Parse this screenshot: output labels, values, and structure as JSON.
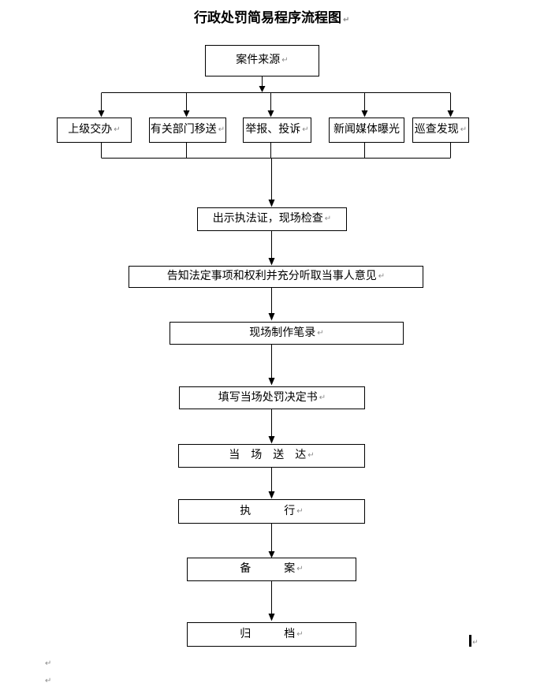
{
  "page": {
    "background": "#ffffff",
    "line_color": "#000000",
    "text_color": "#000000",
    "paragraph_mark_color": "#8a8a8a"
  },
  "title": {
    "text": "行政处罚简易程序流程图",
    "mark": "↵"
  },
  "flowchart": {
    "nodes": [
      {
        "id": "case-source",
        "label": "案件来源",
        "mark": "↵"
      },
      {
        "id": "superior-assignment",
        "label": "上级交办",
        "mark": "↵"
      },
      {
        "id": "department-transfer",
        "label": "有关部门移送",
        "mark": "↵"
      },
      {
        "id": "report-complaint",
        "label": "举报、投诉",
        "mark": "↵"
      },
      {
        "id": "media-exposure",
        "label": "新闻媒体曝光",
        "mark": ""
      },
      {
        "id": "patrol-discovery",
        "label": "巡查发现",
        "mark": "↵"
      },
      {
        "id": "show-enforcement-card",
        "label": "出示执法证，现场检查",
        "mark": "↵"
      },
      {
        "id": "inform-rights",
        "label": "告知法定事项和权利并充分听取当事人意见",
        "mark": "↵"
      },
      {
        "id": "onsite-transcript",
        "label": "现场制作笔录",
        "mark": "↵"
      },
      {
        "id": "fill-penalty-decision",
        "label": "填写当场处罚决定书",
        "mark": "↵"
      },
      {
        "id": "onsite-service",
        "label": "当　场　送　达",
        "mark": "↵"
      },
      {
        "id": "execution",
        "label": "执　　　行",
        "mark": "↵"
      },
      {
        "id": "record-filing",
        "label": "备　　　案",
        "mark": "↵"
      },
      {
        "id": "archiving",
        "label": "归　　　档",
        "mark": "↵"
      }
    ],
    "edges": [
      {
        "from": "case-source",
        "to": "superior-assignment"
      },
      {
        "from": "case-source",
        "to": "department-transfer"
      },
      {
        "from": "case-source",
        "to": "report-complaint"
      },
      {
        "from": "case-source",
        "to": "media-exposure"
      },
      {
        "from": "case-source",
        "to": "patrol-discovery"
      },
      {
        "from": "superior-assignment",
        "to": "show-enforcement-card"
      },
      {
        "from": "department-transfer",
        "to": "show-enforcement-card"
      },
      {
        "from": "report-complaint",
        "to": "show-enforcement-card"
      },
      {
        "from": "media-exposure",
        "to": "show-enforcement-card"
      },
      {
        "from": "patrol-discovery",
        "to": "show-enforcement-card"
      },
      {
        "from": "show-enforcement-card",
        "to": "inform-rights"
      },
      {
        "from": "inform-rights",
        "to": "onsite-transcript"
      },
      {
        "from": "onsite-transcript",
        "to": "fill-penalty-decision"
      },
      {
        "from": "fill-penalty-decision",
        "to": "onsite-service"
      },
      {
        "from": "onsite-service",
        "to": "execution"
      },
      {
        "from": "execution",
        "to": "record-filing"
      },
      {
        "from": "record-filing",
        "to": "archiving"
      }
    ]
  },
  "document_marks": {
    "pilcrow": "↵",
    "bottom_left_marks": [
      "↵",
      "↵"
    ],
    "cursor_side_mark": "↵"
  }
}
